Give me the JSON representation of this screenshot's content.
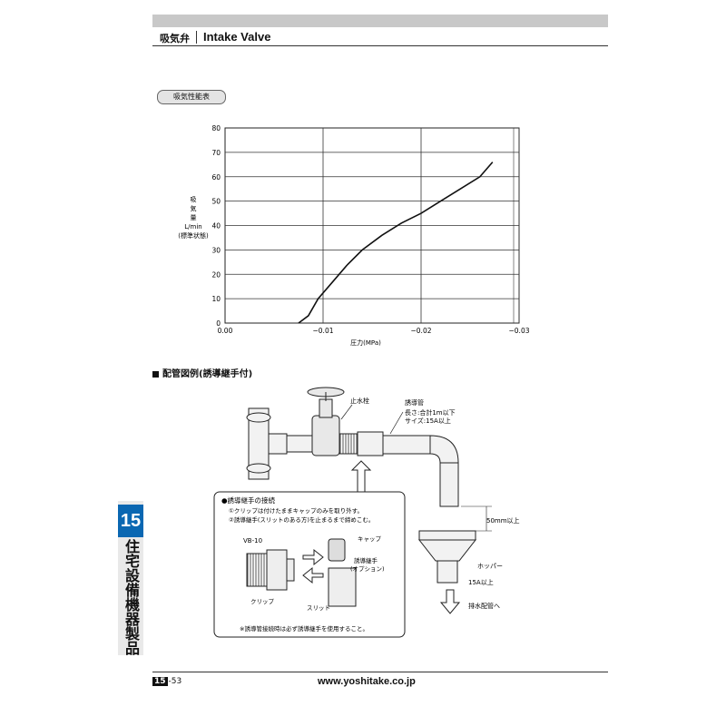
{
  "header": {
    "title_jp": "吸気弁",
    "title_en": "Intake Valve"
  },
  "section_chart": {
    "label": "吸気性能表"
  },
  "chart_data": {
    "type": "line",
    "x_ticks": [
      "0.00",
      "−0.01",
      "−0.02",
      "−0.03"
    ],
    "y_ticks": [
      "0",
      "10",
      "20",
      "30",
      "40",
      "50",
      "60",
      "70",
      "80"
    ],
    "xlabel": "圧力(MPa)",
    "ylabel_lines": [
      "吸",
      "気",
      "量",
      "L/min",
      "(標準状態)"
    ],
    "xlim": [
      0,
      -0.03
    ],
    "ylim": [
      0,
      80
    ],
    "grid": true,
    "series": [
      {
        "x": [
          -0.0075,
          -0.0085,
          -0.0095,
          -0.011,
          -0.0125,
          -0.014,
          -0.016,
          -0.018,
          -0.02,
          -0.022,
          -0.024,
          -0.026,
          -0.0273
        ],
        "y": [
          0,
          3,
          10,
          17,
          24,
          30,
          36,
          41,
          45,
          50,
          55,
          60,
          66
        ]
      }
    ]
  },
  "section_piping": {
    "label": "配管図例(誘導継手付)"
  },
  "diagram": {
    "stop_valve": "止水栓",
    "guide_pipe": "誘導管",
    "guide_pipe_length": "長さ:合計1m以下",
    "guide_pipe_size": "サイズ:15A以上",
    "gap": "50mm以上",
    "hopper": "ホッパー",
    "hopper_size": "15A以上",
    "drain": "排水配管へ",
    "inset": {
      "title": "●誘導継手の接続",
      "step1": "①クリップは付けたままキャップのみを取り外す。",
      "step2": "②誘導継手(スリットのある方)を止まるまで締めこむ。",
      "model": "VB-10",
      "cap": "キャップ",
      "guide_joint": "誘導継手",
      "option": "(オプション)",
      "clip": "クリップ",
      "slit": "スリット",
      "note": "※誘導管接続時は必ず誘導継手を使用すること。"
    }
  },
  "side_tab": {
    "number": "15",
    "text": "住宅設備機器製品"
  },
  "footer": {
    "page_box": "15",
    "page_rest": "-53",
    "website": "www.yoshitake.co.jp"
  },
  "colors": {
    "accent_blue": "#0a67b2",
    "gray_bar": "#c8c8c8"
  }
}
